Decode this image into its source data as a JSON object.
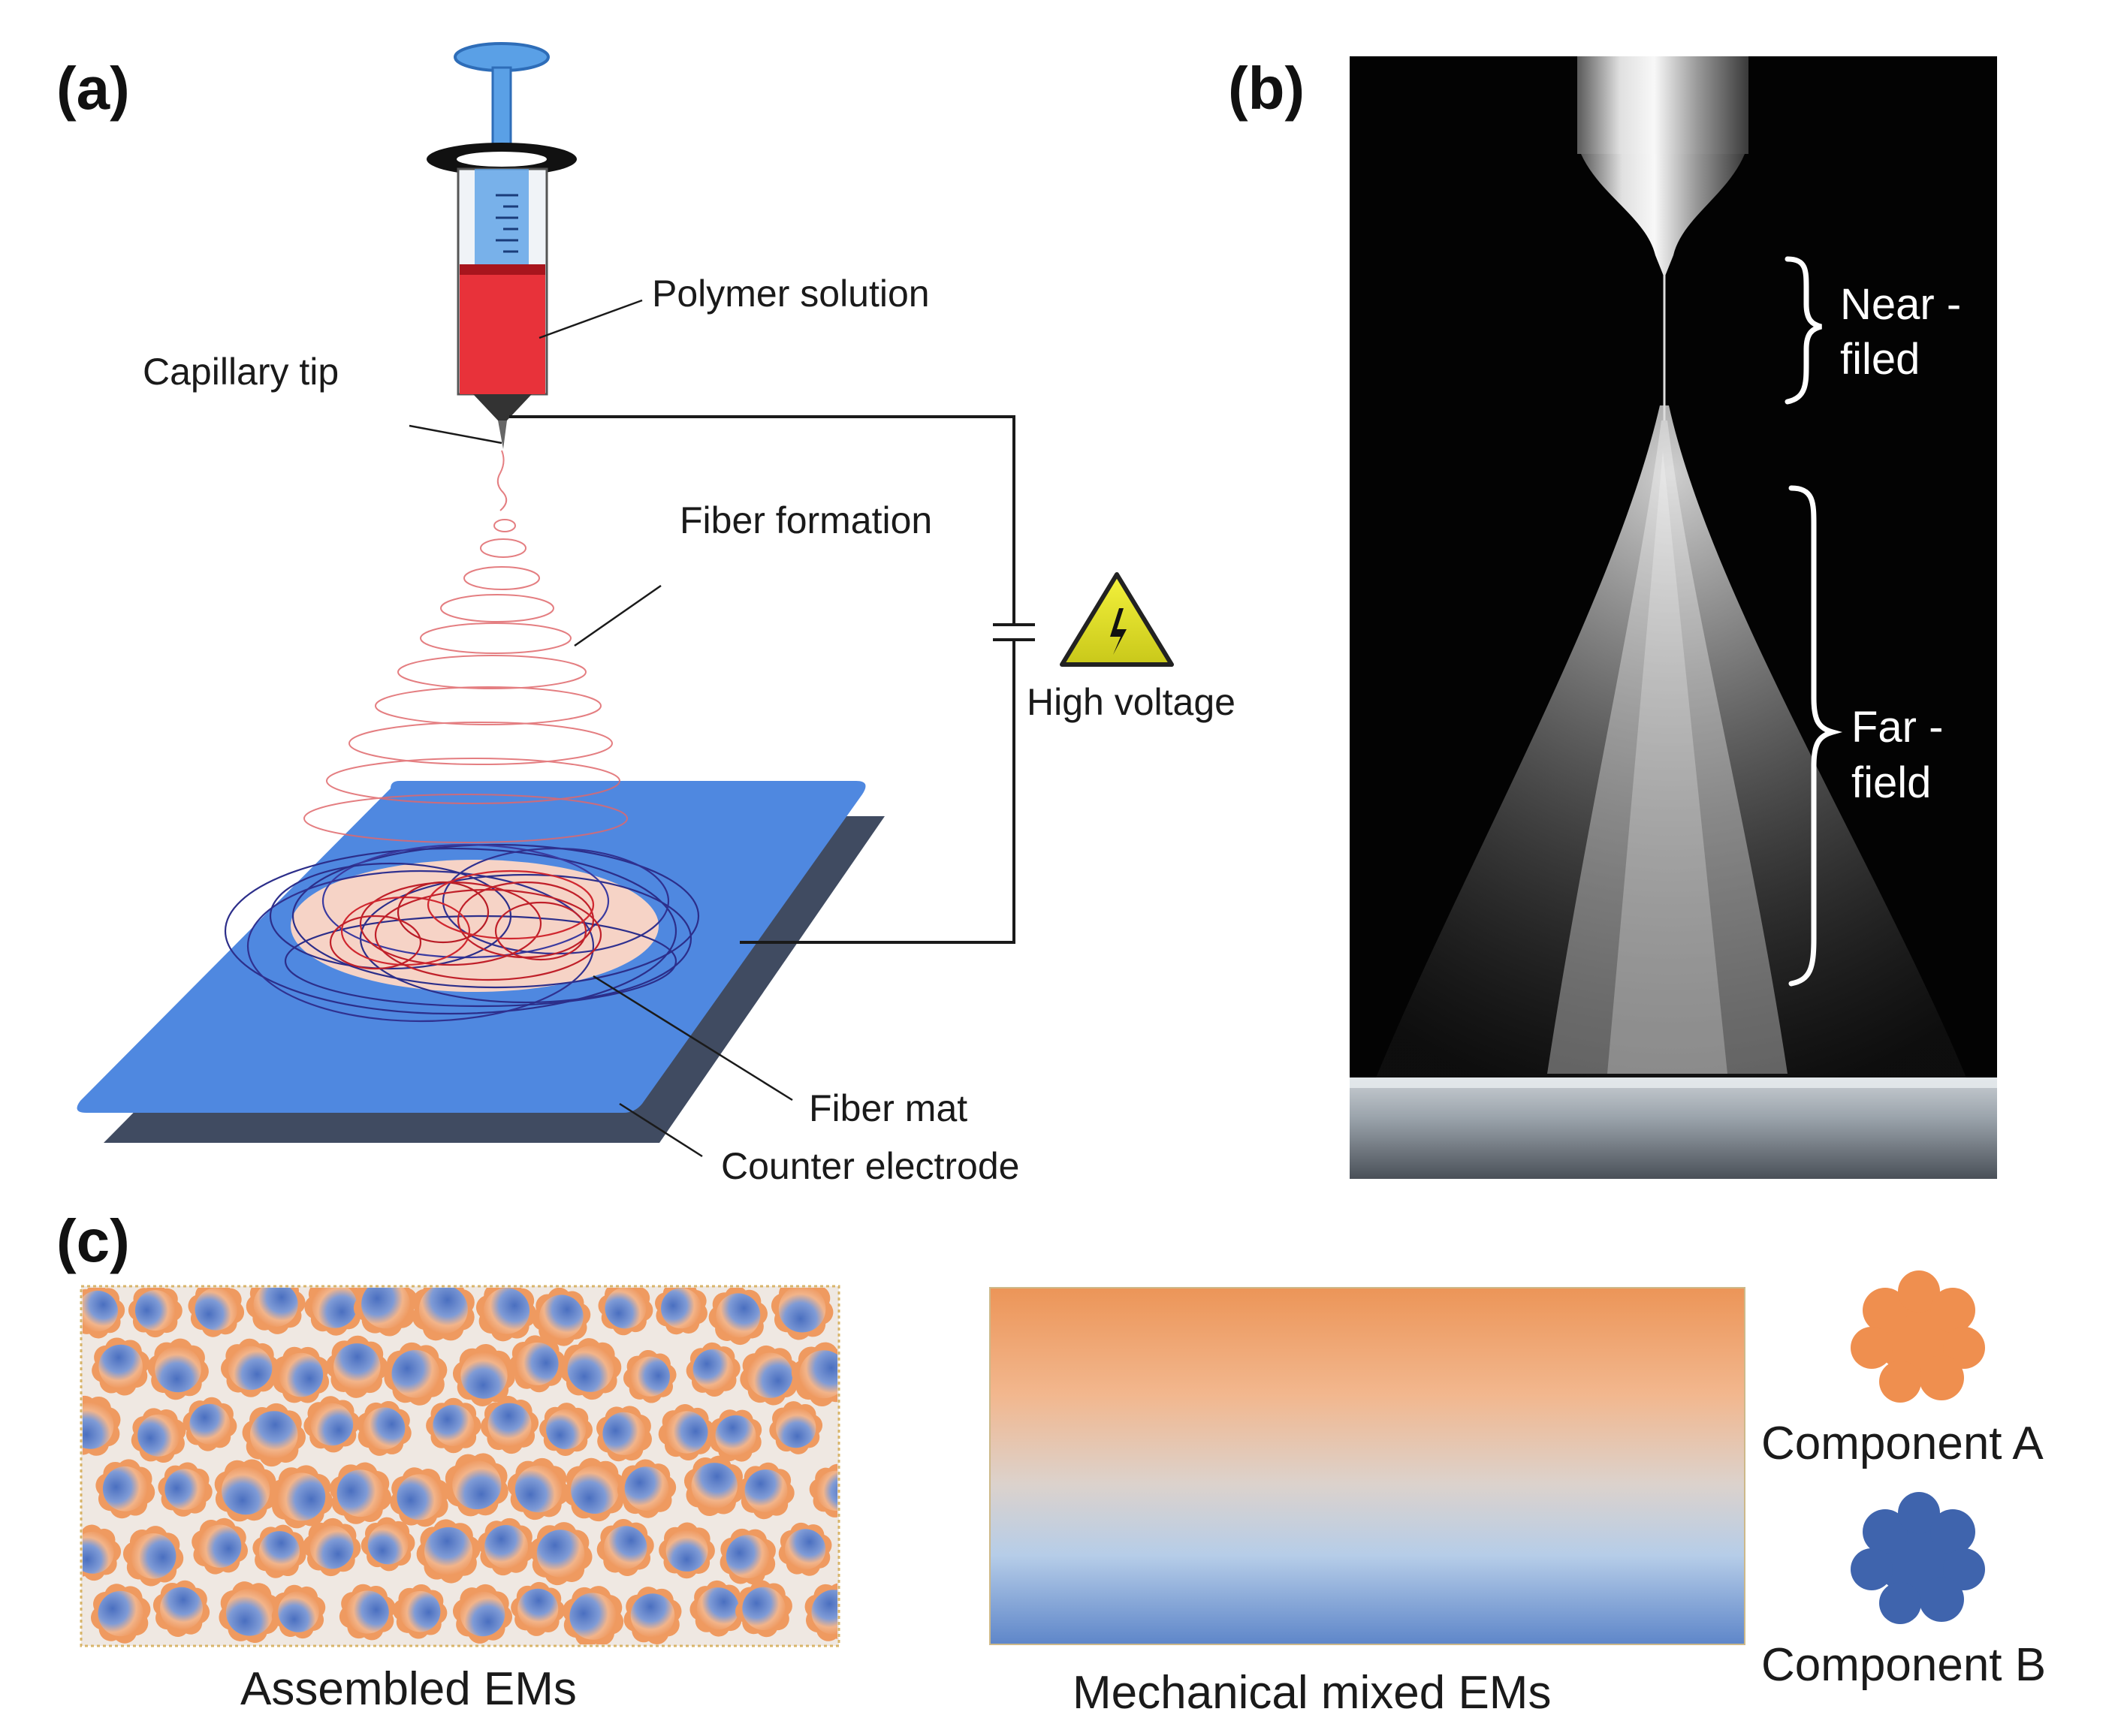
{
  "panels": {
    "a": "(a)",
    "b": "(b)",
    "c": "(c)"
  },
  "panel_a": {
    "polymer_solution": "Polymer solution",
    "capillary_tip": "Capillary tip",
    "fiber_formation": "Fiber formation",
    "high_voltage": "High voltage",
    "fiber_mat": "Fiber mat",
    "counter_electrode": "Counter electrode"
  },
  "panel_b": {
    "near_line1": "Near -",
    "near_line2": "filed",
    "far_line1": "Far -",
    "far_line2": "field"
  },
  "panel_c": {
    "assembled": "Assembled EMs",
    "mechanical": "Mechanical mixed EMs",
    "component_a": "Component A",
    "component_b": "Component B"
  },
  "colors": {
    "component_a": "#ef8f4f",
    "component_b": "#3f64ad",
    "electrode": "#4f88e0",
    "solution": "#e8323a",
    "syringe_blue": "#5aa0e6"
  },
  "icons": {
    "warning": "high-voltage-warning-icon"
  }
}
